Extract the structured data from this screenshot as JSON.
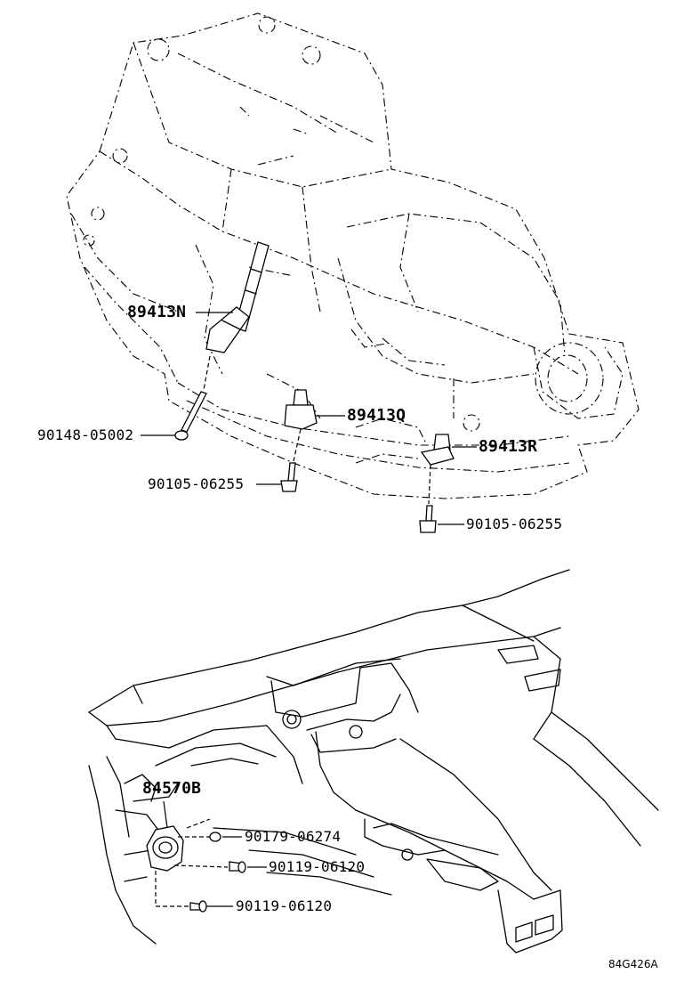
{
  "parts": {
    "p1": "89413N",
    "p2": "89413Q",
    "p3": "89413R",
    "p4": "90148-05002",
    "p5": "90105-06255",
    "p6": "90105-06255",
    "p7": "84570B",
    "p8": "90179-06274",
    "p9": "90119-06120",
    "p10": "90119-06120"
  },
  "diagram_ref": "84G426A"
}
